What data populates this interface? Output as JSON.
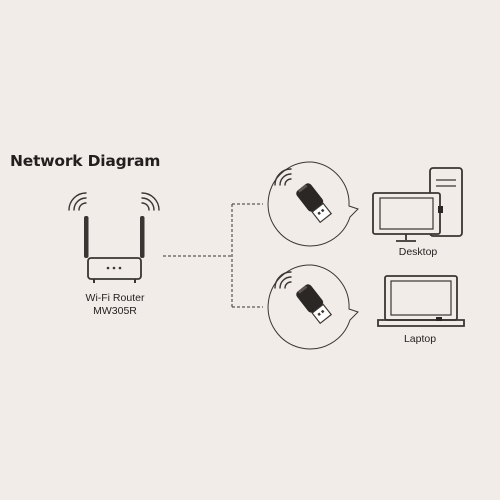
{
  "diagram": {
    "title": "Network Diagram",
    "router": {
      "line1": "Wi-Fi Router",
      "line2": "MW305R"
    },
    "devices": [
      {
        "label": "Desktop"
      },
      {
        "label": "Laptop"
      }
    ]
  }
}
